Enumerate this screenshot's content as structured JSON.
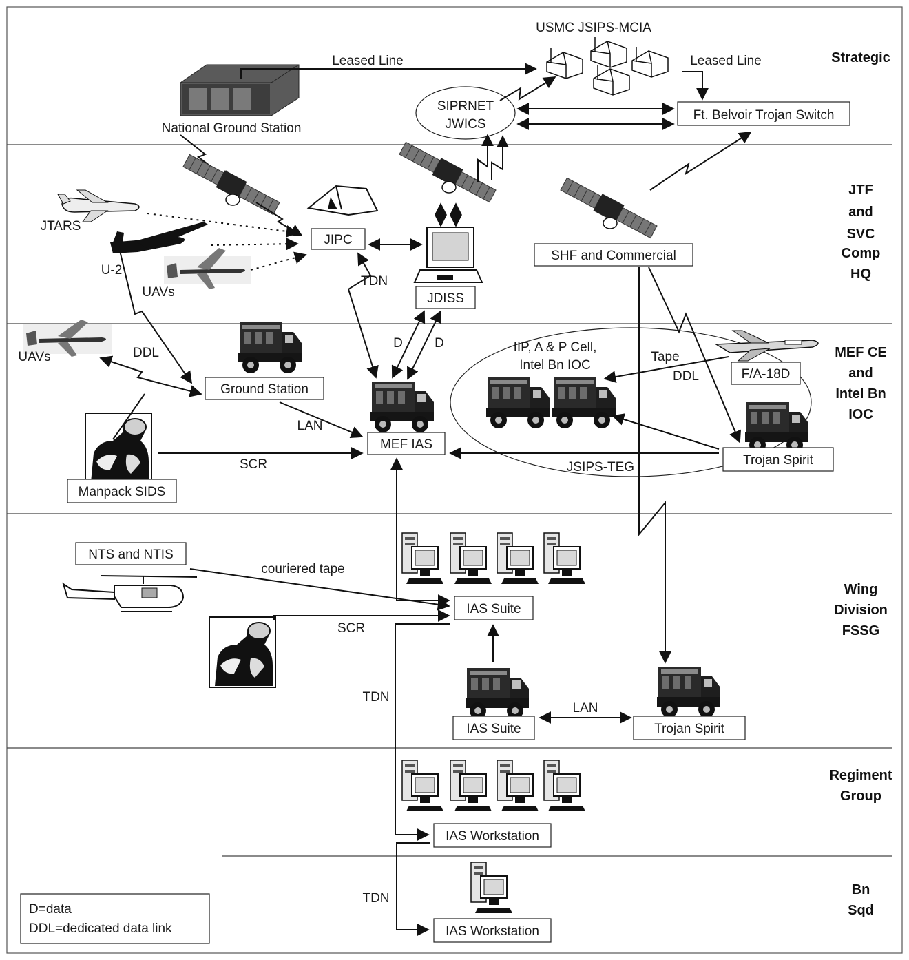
{
  "echelons": {
    "strategic": [
      "Strategic"
    ],
    "jtf": [
      "JTF",
      "and",
      "SVC",
      "Comp",
      "HQ"
    ],
    "mef": [
      "MEF CE",
      "and",
      "Intel Bn",
      "IOC"
    ],
    "wing": [
      "Wing",
      "Division",
      "FSSG"
    ],
    "regiment": [
      "Regiment",
      "Group"
    ],
    "bn": [
      "Bn",
      "Sqd"
    ]
  },
  "nodes": {
    "usmc_jsips": "USMC JSIPS-MCIA",
    "national_ground_station": "National Ground Station",
    "siprnet": [
      "SIPRNET",
      "JWICS"
    ],
    "ft_belvoir": "Ft. Belvoir Trojan Switch",
    "jtars": "JTARS",
    "u2": "U-2",
    "uavs_jtf": "UAVs",
    "jipc": "JIPC",
    "jdiss": "JDISS",
    "shf": "SHF and Commercial",
    "uavs_mef": "UAVs",
    "ground_station": "Ground Station",
    "mef_ias": "MEF IAS",
    "manpack": "Manpack SIDS",
    "iip_cell": [
      "IIP, A & P Cell,",
      "Intel Bn IOC"
    ],
    "fa18d": "F/A-18D",
    "trojan_spirit_mef": "Trojan Spirit",
    "nts": "NTS and NTIS",
    "ias_suite_top": "IAS Suite",
    "ias_suite_bottom": "IAS Suite",
    "trojan_spirit_wing": "Trojan Spirit",
    "ias_ws_reg": "IAS Workstation",
    "ias_ws_bn": "IAS Workstation"
  },
  "links": {
    "leased_line_1": "Leased Line",
    "leased_line_2": "Leased Line",
    "tdn_jtf": "TDN",
    "d1": "D",
    "d2": "D",
    "ddl_mef": "DDL",
    "lan_mef": "LAN",
    "scr_mef": "SCR",
    "jsips_teg": "JSIPS-TEG",
    "tape": "Tape",
    "ddl_fa18": "DDL",
    "couriered_tape": "couriered tape",
    "scr_wing": "SCR",
    "tdn_wing": "TDN",
    "lan_wing": "LAN",
    "tdn_bn": "TDN"
  },
  "legend": [
    "D=data",
    "DDL=dedicated data link"
  ]
}
